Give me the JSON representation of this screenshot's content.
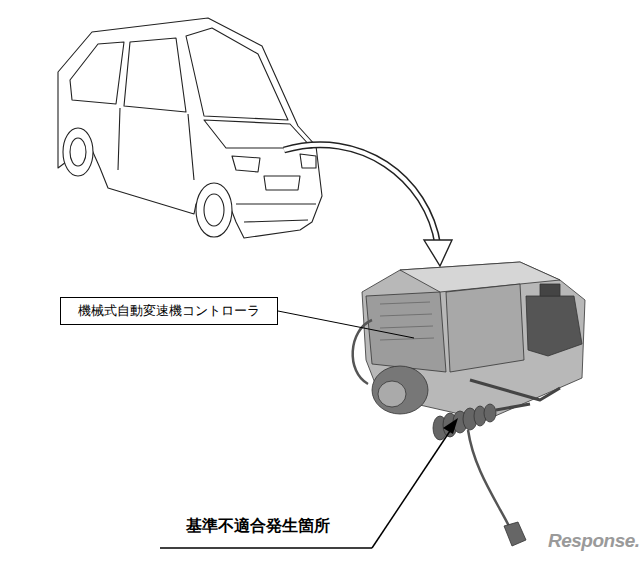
{
  "diagram": {
    "nodes": [
      {
        "text": [
          "機械式自動変速機コントローラ"
        ]
      }
    ],
    "labels": [
      "基準不適合発生箇所",
      "Response."
    ]
  }
}
